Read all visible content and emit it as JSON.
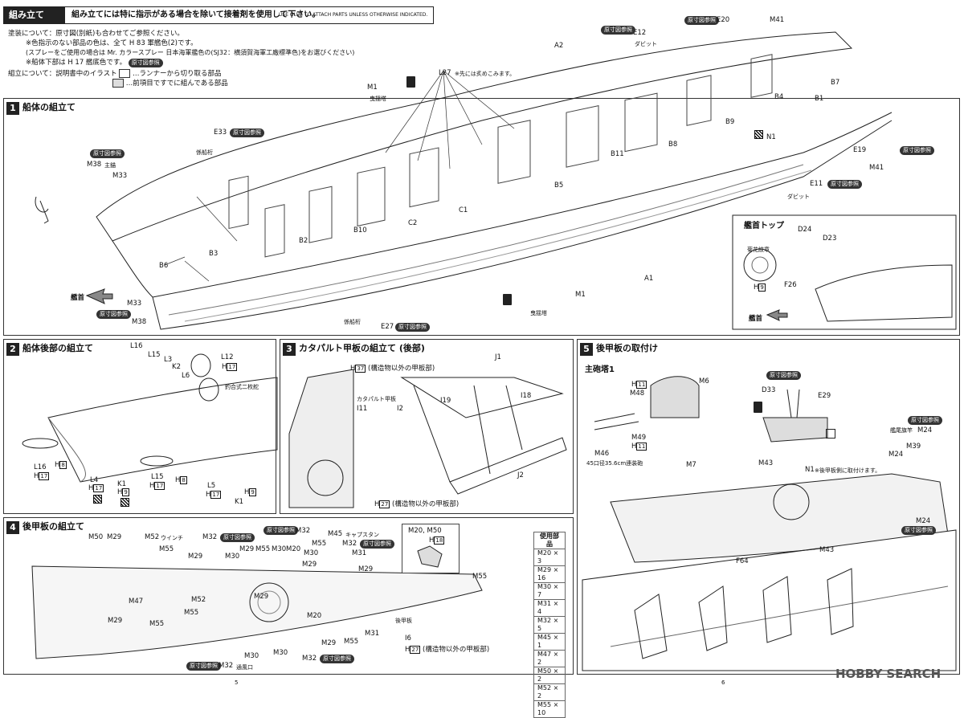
{
  "header": {
    "section_tag": "組み立て",
    "message": "組み立てには特に指示がある場合を除いて接着剤を使用して下さい。",
    "message_en": "USE GLUE TO ATTACH PARTS UNLESS OTHERWISE INDICATED."
  },
  "notes": {
    "paint_title": "塗装について：原寸図(別紙)も合わせてご参照ください。",
    "paint_line2": "※色指示のない部品の色は、全て H 83 軍艦色(2)です。",
    "paint_line3": "(スプレーをご使用の場合は Mr. カラースプレー 日本海軍艦色の(SJ32：横須賀海軍工廠標準色)をお選びください)",
    "paint_line4": "※船体下部は H 17 艦底色です。",
    "paint_ref": "原寸図参照",
    "assembly_title": "組立について：説明書中のイラスト",
    "legend1": "…ランナーから切り取る部品",
    "legend2": "…前項目ですでに組んである部品",
    "h83": "83",
    "h17": "17"
  },
  "ref_label": "原寸図参照",
  "step1": {
    "num": "1",
    "title": "船体の組立て",
    "labels": {
      "a2": "A2",
      "a1": "A1",
      "m1_top": "M1",
      "m1_bottom": "M1",
      "tow_top": "曳揺塔",
      "tow_bottom": "曳揺塔",
      "l27": "L27",
      "l27_note": "※先には炙めこみます。",
      "e12": "E12",
      "davit_top": "ダビット",
      "e20": "E20",
      "m41_top": "M41",
      "b7": "B7",
      "b4": "B4",
      "b1": "B1",
      "b9": "B9",
      "n1": "N1",
      "e19": "E19",
      "m41_right": "M41",
      "b8": "B8",
      "b11": "B11",
      "b5": "B5",
      "c1": "C1",
      "c2": "C2",
      "b10": "B10",
      "b2": "B2",
      "b3": "B3",
      "b6": "B6",
      "e33": "E33",
      "mooring_top": "係船桁",
      "m38_top": "M38",
      "m38_top_note": "主錨",
      "m33_top": "M33",
      "bow_left": "艦首",
      "m33_bottom": "M33",
      "m38_bottom": "M38",
      "mooring_bottom": "係船桁",
      "e27": "E27",
      "e11": "E11",
      "davit_right": "ダビット"
    },
    "inset": {
      "title": "艦首トップ",
      "d24": "D24",
      "d23": "D23",
      "chrys": "菊花紋章",
      "f26": "F26",
      "h_label": "H",
      "h_num": "9",
      "bow": "艦首"
    }
  },
  "step2": {
    "num": "2",
    "title": "船体後部の組立て",
    "labels": {
      "l16_top": "L16",
      "l15_top": "L15",
      "l3": "L3",
      "k2": "K2",
      "l6": "L6",
      "l12": "L12",
      "h17_top": "H",
      "h17_top_num": "17",
      "fan_note": "釣合式二枚舵",
      "l16_bottom": "L16",
      "l4": "L4",
      "k1_left": "K1",
      "l15_bottom": "L15",
      "l5": "L5",
      "k1_right": "K1",
      "h8_1": "8",
      "h17_1": "17",
      "h17_2": "17",
      "h9_1": "9",
      "h17_3": "17",
      "h8_2": "8",
      "h17_4": "17",
      "h9_2": "9",
      "h": "H"
    }
  },
  "step3": {
    "num": "3",
    "title": "カタパルト甲板の組立て (後部)",
    "labels": {
      "h37": "H",
      "h37_num": "37",
      "h37_note": "(構造物以外の甲板部)",
      "j1": "J1",
      "i11": "I11",
      "catapult": "カタパルト甲板",
      "i2": "I2",
      "i19": "I19",
      "i18": "I18",
      "j2": "J2",
      "h27": "H",
      "h27_num": "27",
      "h27_note": "(構造物以外の甲板部)"
    }
  },
  "step4": {
    "num": "4",
    "title": "後甲板の組立て",
    "labels": {
      "m50": "M50",
      "m29_a": "M29",
      "m52_a": "M52",
      "winch": "ウインチ",
      "m55_a": "M55",
      "m32_a": "M32",
      "m32_b": "M32",
      "m45": "M45",
      "capstan": "キャプスタン",
      "m47": "M47",
      "m29_b": "M29",
      "m30_a": "M30",
      "m29_c": "M29",
      "m55_b": "M55",
      "m30_b": "M30",
      "m20_a": "M20",
      "m30_c": "M30",
      "m29_d": "M29",
      "m55_c": "M55",
      "m32_c": "M32",
      "m31_a": "M31",
      "m29_e": "M29",
      "m55_right": "M55",
      "m52_b": "M52",
      "m55_d": "M55",
      "m29_f": "M29",
      "m20_b": "M20",
      "m29_g": "M29",
      "m55_e": "M55",
      "m31_b": "M31",
      "m29_h": "M29",
      "m30_d": "M30",
      "m30_e": "M30",
      "vent": "通風口",
      "m32_d": "M32",
      "m32_e": "M32",
      "i6": "I6",
      "i6_h": "H",
      "i6_num": "27",
      "i6_note": "(構造物以外の甲板部)",
      "aft": "後甲板",
      "m20_m50": "M20, M50",
      "h18": "H",
      "h18_num": "18"
    },
    "parts_table": {
      "head": "使用部品",
      "rows": [
        "M20 × 3",
        "M29 × 16",
        "M30 × 7",
        "M31 × 4",
        "M32 × 5",
        "M45 × 1",
        "M47 × 2",
        "M50 × 2",
        "M52 × 2",
        "M55 × 10"
      ]
    }
  },
  "step5": {
    "num": "5",
    "title": "後甲板の取付け",
    "labels": {
      "turret": "主砲塔1",
      "m6": "M6",
      "m48": "M48",
      "h11_top": "H",
      "h11_top_num": "11",
      "m49": "M49",
      "h11_b": "H",
      "h11_b_num": "11",
      "m46": "M46",
      "gun_note": "45口径35.6cm連装砲",
      "m7": "M7",
      "d33": "D33",
      "e29": "E29",
      "m43_top": "M43",
      "n1": "N1",
      "n1_note": "※後甲板側に取付けます。",
      "m24_top": "M24",
      "flag_label": "艦尾旗竿",
      "m39": "M39",
      "m24_mid": "M24",
      "m24_bottom": "M24",
      "f64": "F64",
      "m43_bottom": "M43"
    }
  },
  "footer": {
    "page_left": "5",
    "page_right": "6",
    "watermark": "HOBBY SEARCH"
  }
}
